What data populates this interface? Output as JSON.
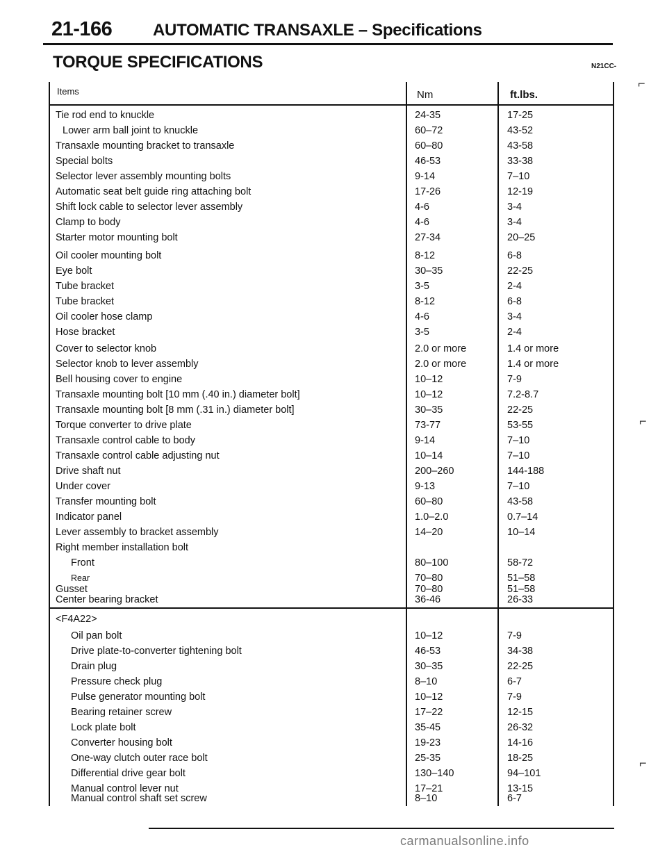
{
  "header": {
    "page_number": "21-166",
    "chapter_title": "AUTOMATIC TRANSAXLE – Specifications"
  },
  "section": {
    "title": "TORQUE SPECIFICATIONS",
    "ref_code": "N21CC-"
  },
  "table": {
    "headers": {
      "item": "Items",
      "nm": "Nm",
      "ftlbs": "ft.lbs."
    },
    "rows": [
      {
        "item": "Tie rod end to knuckle",
        "nm": "24-35",
        "ftlbs": "17-25"
      },
      {
        "item": "Lower arm ball joint to knuckle",
        "nm": "60–72",
        "ftlbs": "43-52"
      },
      {
        "item": "Transaxle mounting bracket to transaxle",
        "nm": "60–80",
        "ftlbs": "43-58"
      },
      {
        "item": "Special bolts",
        "nm": "46-53",
        "ftlbs": "33-38"
      },
      {
        "item": "Selector lever assembly mounting bolts",
        "nm": "9-14",
        "ftlbs": "7–10"
      },
      {
        "item": "Automatic seat belt guide ring attaching bolt",
        "nm": "17-26",
        "ftlbs": "12-19"
      },
      {
        "item": "Shift lock cable to selector lever assembly",
        "nm": "4-6",
        "ftlbs": "3-4"
      },
      {
        "item": "Clamp to body",
        "nm": "4-6",
        "ftlbs": "3-4"
      },
      {
        "item": "Starter motor mounting bolt",
        "nm": "27-34",
        "ftlbs": "20–25"
      },
      {
        "item": "Oil cooler mounting bolt",
        "nm": "8-12",
        "ftlbs": "6-8"
      },
      {
        "item": "Eye bolt",
        "nm": "30–35",
        "ftlbs": "22-25"
      },
      {
        "item": "Tube bracket",
        "nm": "3-5",
        "ftlbs": "2-4"
      },
      {
        "item": "Tube bracket",
        "nm": "8-12",
        "ftlbs": "6-8"
      },
      {
        "item": "Oil cooler hose clamp",
        "nm": "4-6",
        "ftlbs": "3-4"
      },
      {
        "item": "Hose bracket",
        "nm": "3-5",
        "ftlbs": "2-4"
      },
      {
        "item": "Cover to selector knob",
        "nm": "2.0 or more",
        "ftlbs": "1.4 or more"
      },
      {
        "item": "Selector knob to lever assembly",
        "nm": "2.0 or more",
        "ftlbs": "1.4 or more"
      },
      {
        "item": "Bell housing cover to engine",
        "nm": "10–12",
        "ftlbs": "7-9"
      },
      {
        "item": "Transaxle mounting bolt [10 mm (.40 in.) diameter bolt]",
        "nm": "10–12",
        "ftlbs": "7.2-8.7"
      },
      {
        "item": "Transaxle mounting bolt [8 mm (.31 in.) diameter bolt]",
        "nm": "30–35",
        "ftlbs": "22-25"
      },
      {
        "item": "Torque converter to drive plate",
        "nm": "73-77",
        "ftlbs": "53-55"
      },
      {
        "item": "Transaxle control cable to body",
        "nm": "9-14",
        "ftlbs": "7–10"
      },
      {
        "item": "Transaxle control cable adjusting nut",
        "nm": "10–14",
        "ftlbs": "7–10"
      },
      {
        "item": "Drive shaft nut",
        "nm": "200–260",
        "ftlbs": "144-188"
      },
      {
        "item": "Under cover",
        "nm": "9-13",
        "ftlbs": "7–10"
      },
      {
        "item": "Transfer mounting bolt",
        "nm": "60–80",
        "ftlbs": "43-58"
      },
      {
        "item": "Indicator panel",
        "nm": "1.0–2.0",
        "ftlbs": "0.7–14"
      },
      {
        "item": "Lever assembly to bracket assembly",
        "nm": "14–20",
        "ftlbs": "10–14"
      },
      {
        "item": "Right member installation bolt",
        "nm": "",
        "ftlbs": ""
      },
      {
        "item": "Front",
        "nm": "80–100",
        "ftlbs": "58-72"
      },
      {
        "item": "Rear",
        "nm": "70–80",
        "ftlbs": "51–58"
      },
      {
        "item": "Gusset",
        "nm": "70–80",
        "ftlbs": "51–58"
      },
      {
        "item": "Center bearing bracket",
        "nm": "36-46",
        "ftlbs": "26-33"
      }
    ],
    "group_label": "<F4A22>",
    "group_rows": [
      {
        "item": "Oil pan bolt",
        "nm": "10–12",
        "ftlbs": "7-9"
      },
      {
        "item": "Drive plate-to-converter tightening bolt",
        "nm": "46-53",
        "ftlbs": "34-38"
      },
      {
        "item": "Drain plug",
        "nm": "30–35",
        "ftlbs": "22-25"
      },
      {
        "item": "Pressure check plug",
        "nm": "8–10",
        "ftlbs": "6-7"
      },
      {
        "item": "Pulse generator mounting bolt",
        "nm": "10–12",
        "ftlbs": "7-9"
      },
      {
        "item": "Bearing retainer screw",
        "nm": "17–22",
        "ftlbs": "12-15"
      },
      {
        "item": "Lock plate bolt",
        "nm": "35-45",
        "ftlbs": "26-32"
      },
      {
        "item": "Converter housing bolt",
        "nm": "19-23",
        "ftlbs": "14-16"
      },
      {
        "item": "One-way clutch outer race bolt",
        "nm": "25-35",
        "ftlbs": "18-25"
      },
      {
        "item": "Differential drive gear bolt",
        "nm": "130–140",
        "ftlbs": "94–101"
      },
      {
        "item": "Manual control lever nut",
        "nm": "17–21",
        "ftlbs": "13-15"
      },
      {
        "item": "Manual control shaft set screw",
        "nm": "8–10",
        "ftlbs": "6-7"
      }
    ]
  },
  "footer": {
    "watermark": "carmanualsonline.info"
  }
}
